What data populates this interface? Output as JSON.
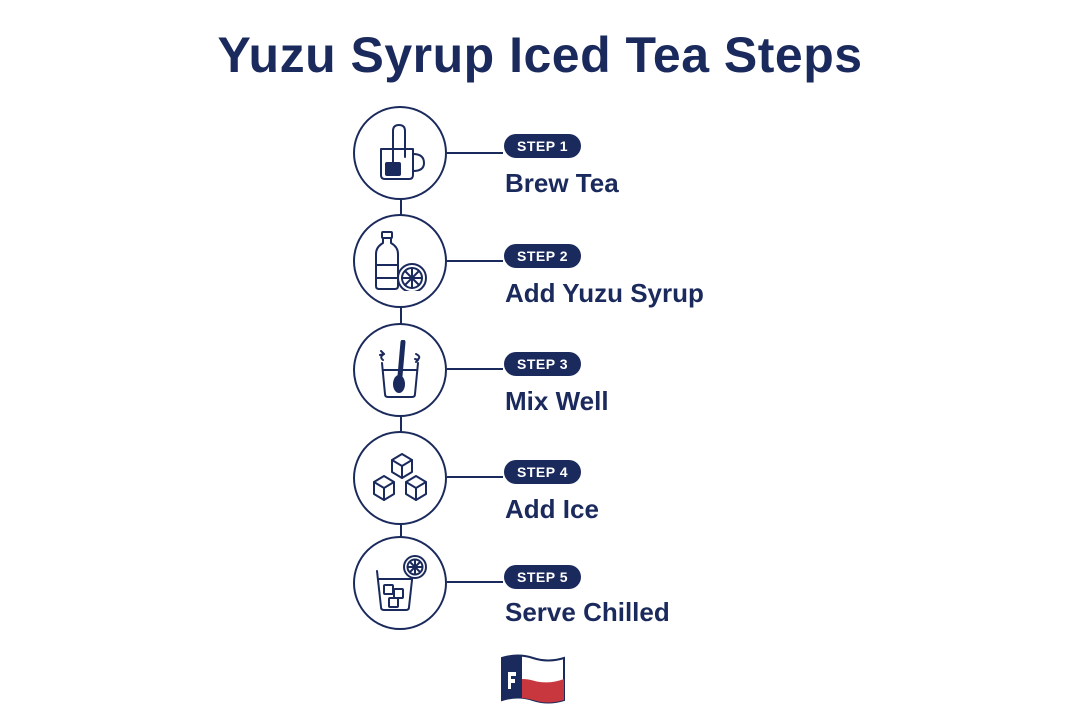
{
  "title": "Yuzu Syrup Iced Tea Steps",
  "colors": {
    "primary": "#1b2a5c",
    "flag_red": "#c7373d",
    "background": "#ffffff"
  },
  "steps": [
    {
      "badge": "STEP 1",
      "label": "Brew Tea",
      "icon": "tea-mug-icon"
    },
    {
      "badge": "STEP 2",
      "label": "Add Yuzu Syrup",
      "icon": "syrup-bottle-citrus-icon"
    },
    {
      "badge": "STEP 3",
      "label": "Mix Well",
      "icon": "stirring-spoon-icon"
    },
    {
      "badge": "STEP 4",
      "label": "Add Ice",
      "icon": "ice-cubes-icon"
    },
    {
      "badge": "STEP 5",
      "label": "Serve Chilled",
      "icon": "iced-glass-icon"
    }
  ],
  "logo": {
    "icon": "texas-flag-logo-icon"
  }
}
